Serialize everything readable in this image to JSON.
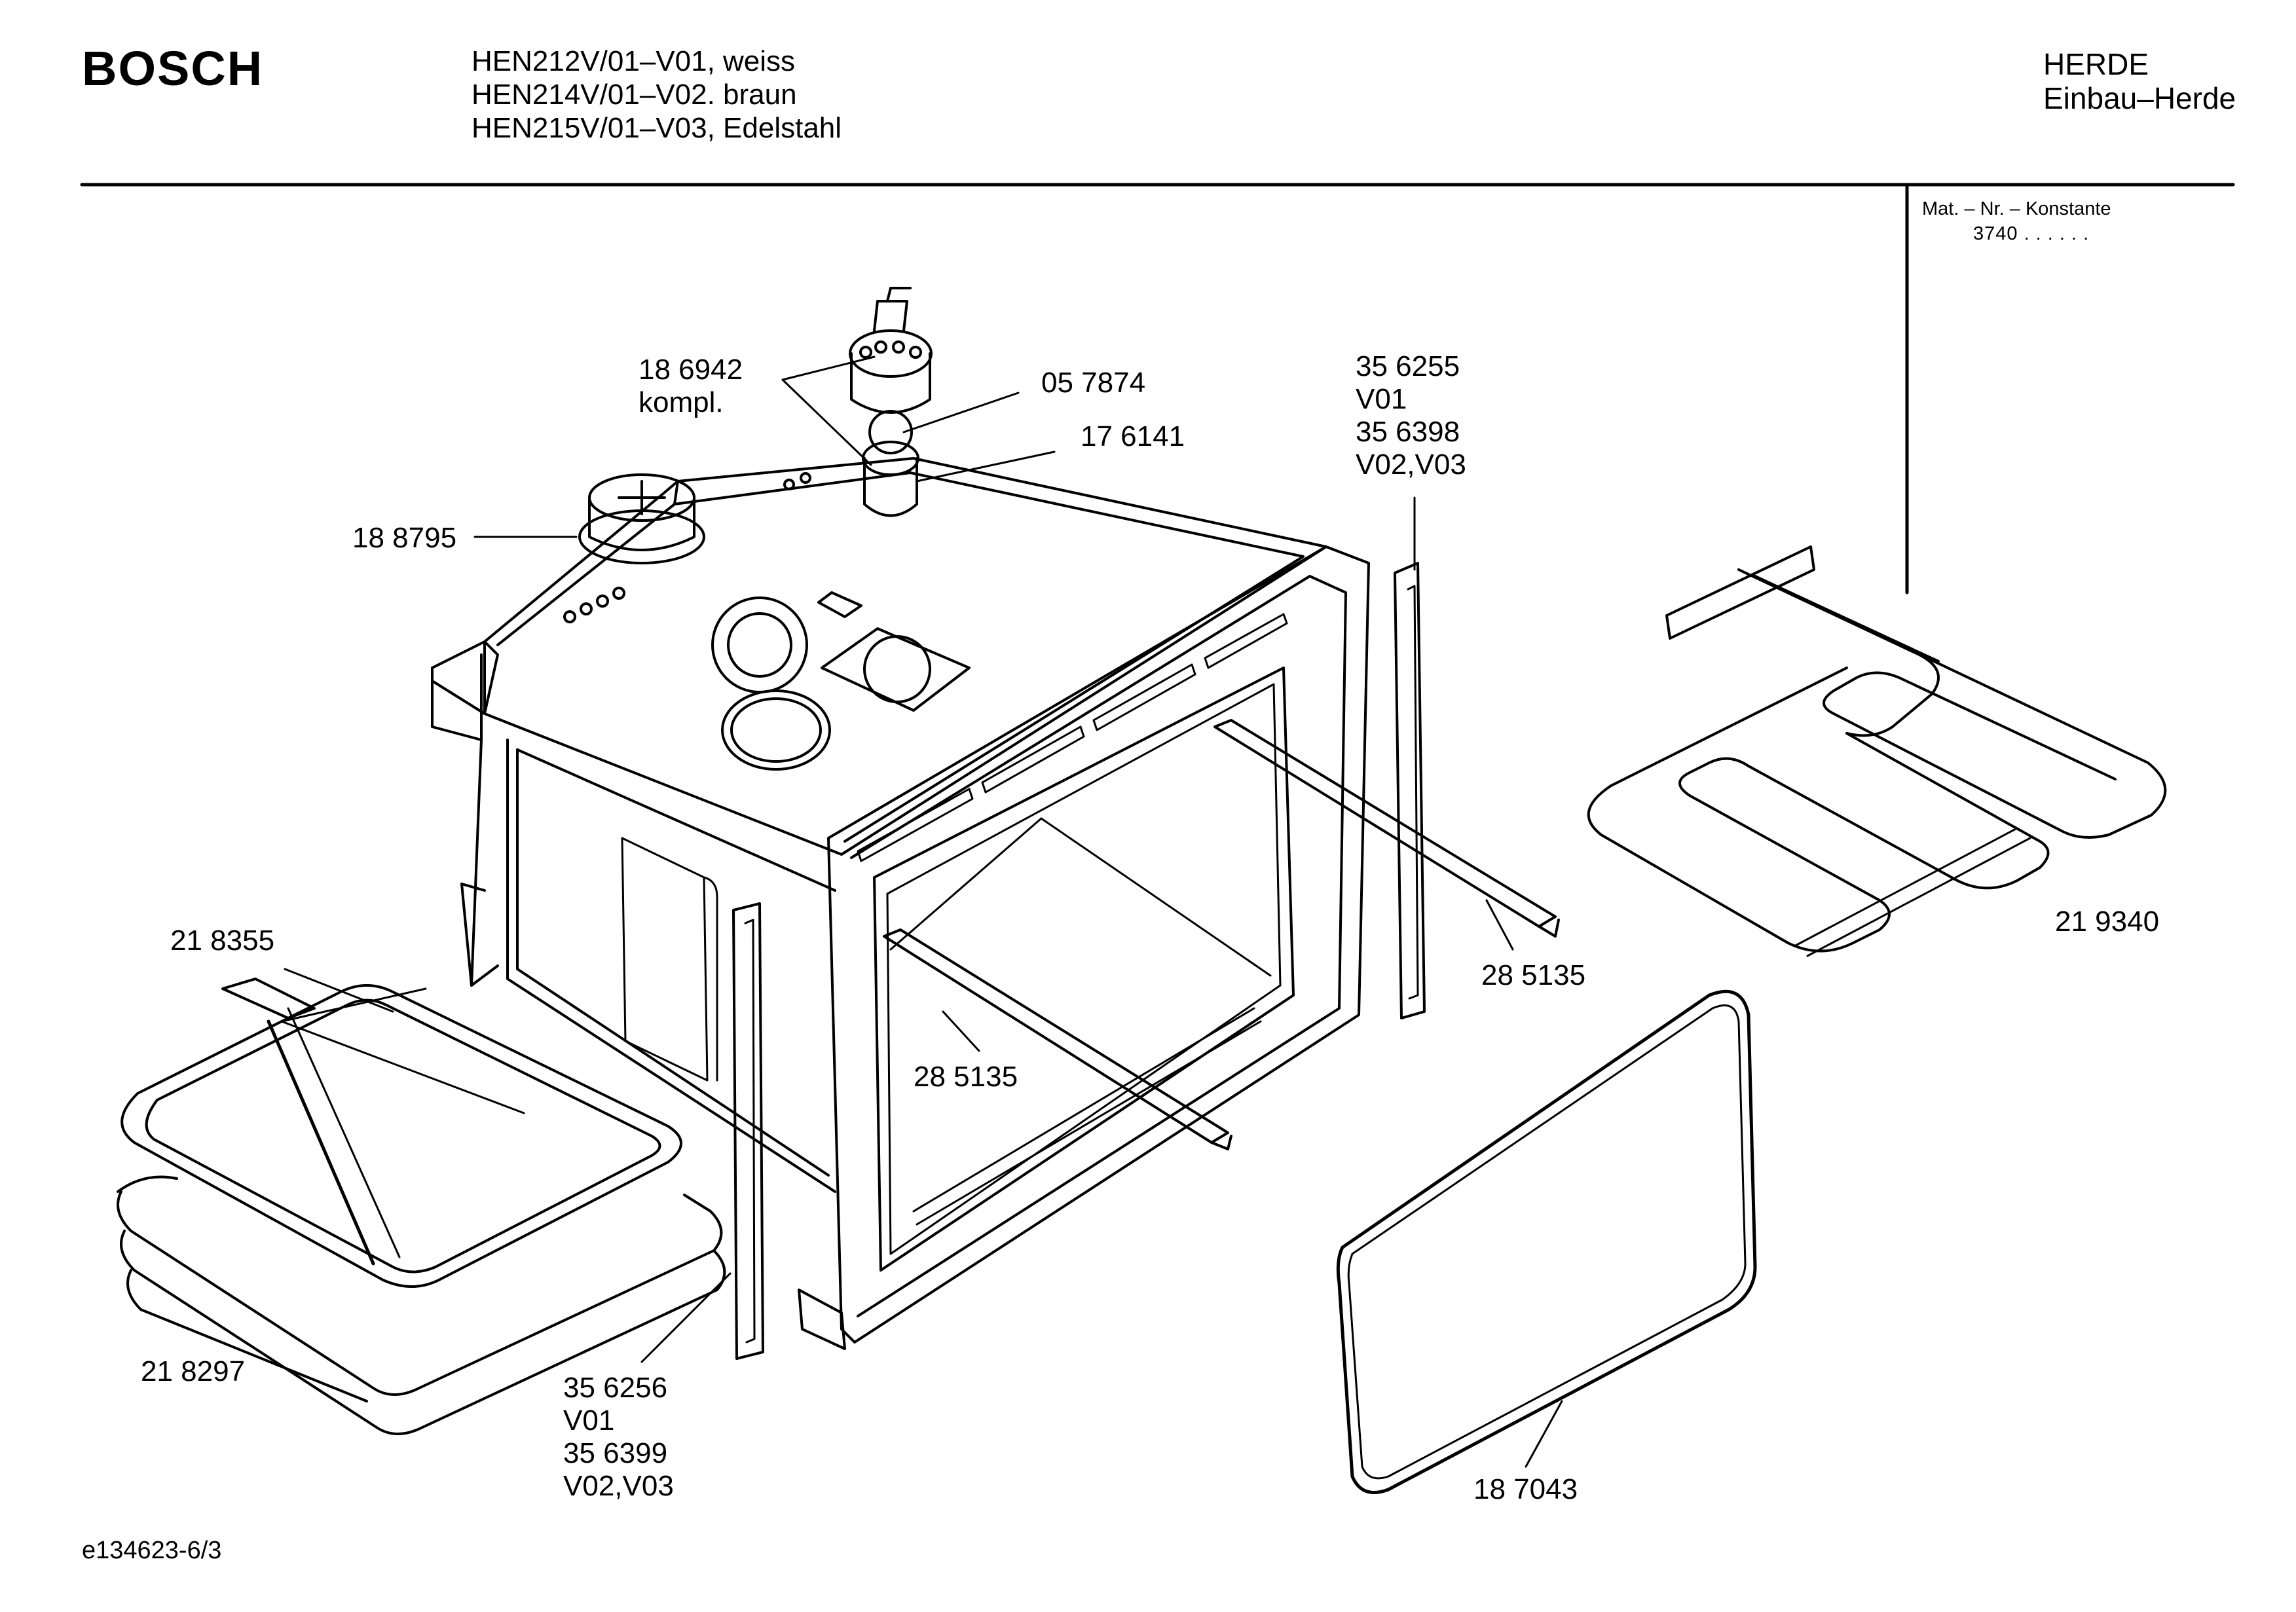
{
  "header": {
    "brand": "BOSCH",
    "models": [
      "HEN212V/01–V01, weiss",
      "HEN214V/01–V02. braun",
      "HEN215V/01–V03, Edelstahl"
    ],
    "category": "HERDE",
    "subcategory": "Einbau–Herde"
  },
  "mat_box": {
    "title": "Mat. – Nr. – Konstante",
    "value": "3740  .  .    .  .  .  ."
  },
  "parts": [
    {
      "lines": [
        "18 6942",
        "kompl."
      ]
    },
    {
      "lines": [
        "05 7874"
      ]
    },
    {
      "lines": [
        "17 6141"
      ]
    },
    {
      "lines": [
        "18 8795"
      ]
    },
    {
      "lines": [
        "35 6255",
        "V01",
        "35 6398",
        "V02,V03"
      ]
    },
    {
      "lines": [
        "21 8355"
      ]
    },
    {
      "lines": [
        "28 5135"
      ]
    },
    {
      "lines": [
        "28 5135"
      ]
    },
    {
      "lines": [
        "21 9340"
      ]
    },
    {
      "lines": [
        "21 8297"
      ]
    },
    {
      "lines": [
        "35 6256",
        "V01",
        "35 6399",
        "V02,V03"
      ]
    },
    {
      "lines": [
        "18 7043"
      ]
    }
  ],
  "footer": {
    "code": "e134623-6/3"
  }
}
